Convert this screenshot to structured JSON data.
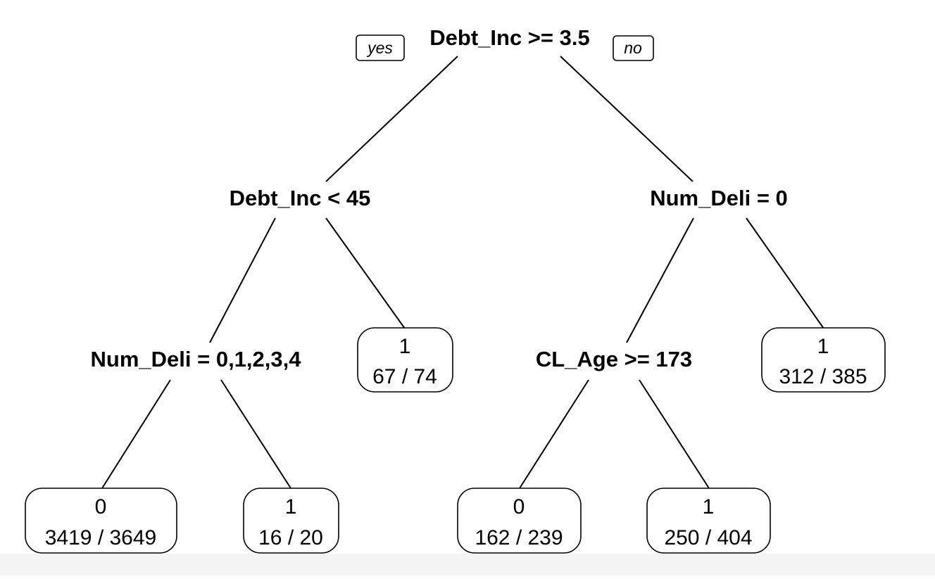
{
  "tree": {
    "root": {
      "split": "Debt_Inc >= 3.5",
      "yes_label": "yes",
      "no_label": "no"
    },
    "left": {
      "split": "Debt_Inc < 45"
    },
    "left_left": {
      "split": "Num_Deli = 0,1,2,3,4"
    },
    "right": {
      "split": "Num_Deli = 0"
    },
    "right_left": {
      "split": "CL_Age >= 173"
    },
    "leaves": [
      {
        "class": "0",
        "counts": "3419 / 3649"
      },
      {
        "class": "1",
        "counts": "16 / 20"
      },
      {
        "class": "1",
        "counts": "67 / 74"
      },
      {
        "class": "0",
        "counts": "162 / 239"
      },
      {
        "class": "1",
        "counts": "250 / 404"
      },
      {
        "class": "1",
        "counts": "312 / 385"
      }
    ]
  },
  "colors": {
    "line": "#000000",
    "background": "#ffffff",
    "footer_strip": "#f4f4f4"
  }
}
